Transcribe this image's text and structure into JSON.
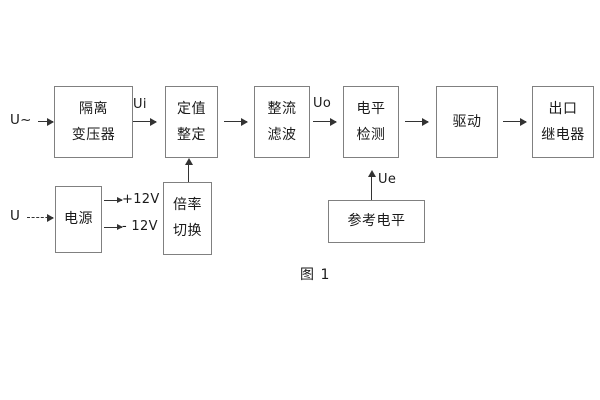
{
  "diagram": {
    "caption": "图 1",
    "inputs": {
      "ac_source": "U~",
      "dc_source": "U"
    },
    "signals": {
      "ui": "Ui",
      "uo": "Uo",
      "ue": "Ue"
    },
    "rails": {
      "positive": "+12V",
      "negative": "- 12V"
    },
    "blocks": {
      "isolation_transformer": {
        "line1": "隔离",
        "line2": "变压器"
      },
      "setpoint_setting": {
        "line1": "定值",
        "line2": "整定"
      },
      "rectify_filter": {
        "line1": "整流",
        "line2": "滤波"
      },
      "level_detection": {
        "line1": "电平",
        "line2": "检测"
      },
      "drive": {
        "line1": "驱动"
      },
      "output_relay": {
        "line1": "出口",
        "line2": "继电器"
      },
      "power_supply": {
        "line1": "电源"
      },
      "multiplier_switch": {
        "line1": "倍率",
        "line2": "切换"
      },
      "reference_level": {
        "line1": "参考电平"
      }
    },
    "colors": {
      "border": "#808080",
      "line": "#333333",
      "text": "#1a1a1a",
      "background": "#ffffff"
    }
  }
}
